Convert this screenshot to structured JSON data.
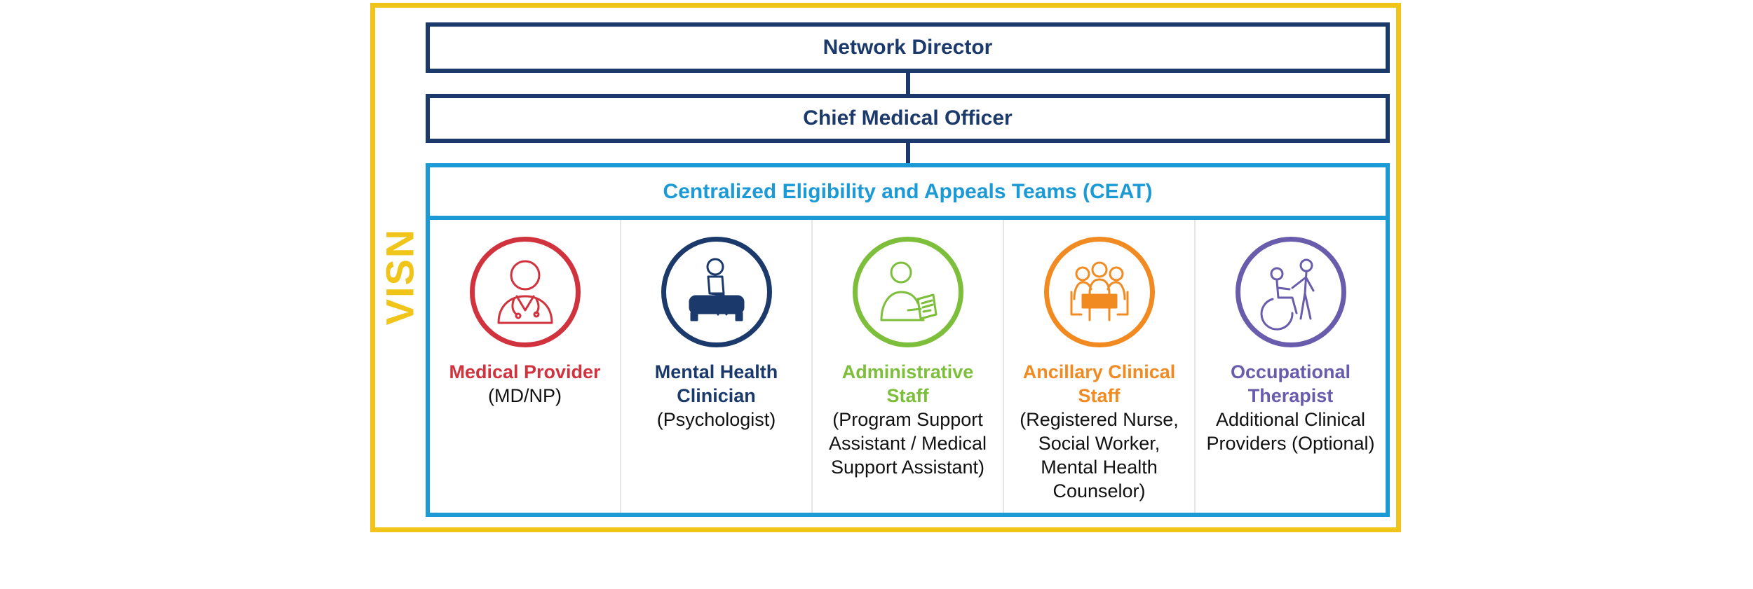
{
  "visn_label": "VISN",
  "network_director": "Network Director",
  "chief_medical_officer": "Chief Medical Officer",
  "ceat_header": "Centralized Eligibility and Appeals Teams (CEAT)",
  "roles": [
    {
      "title": "Medical Provider",
      "subtitle": "(MD/NP)",
      "icon": "doctor-icon",
      "color": "#D1333E"
    },
    {
      "title": "Mental Health Clinician",
      "subtitle": "(Psychologist)",
      "icon": "therapy-couch-icon",
      "color": "#1B3A6B"
    },
    {
      "title": "Administrative Staff",
      "subtitle": "(Program Support Assistant / Medical Support Assistant)",
      "icon": "clipboard-person-icon",
      "color": "#7DBE3B"
    },
    {
      "title": "Ancillary Clinical Staff",
      "subtitle": "(Registered Nurse, Social Worker, Mental Health Counselor)",
      "icon": "team-meeting-icon",
      "color": "#F28A22"
    },
    {
      "title": "Occupational Therapist",
      "subtitle": "Additional Clinical Providers (Optional)",
      "icon": "wheelchair-assist-icon",
      "color": "#6A5CAD"
    }
  ],
  "colors": {
    "visn": "#F0C419",
    "leadership": "#1B3A6B",
    "ceat": "#1C9AD6"
  }
}
